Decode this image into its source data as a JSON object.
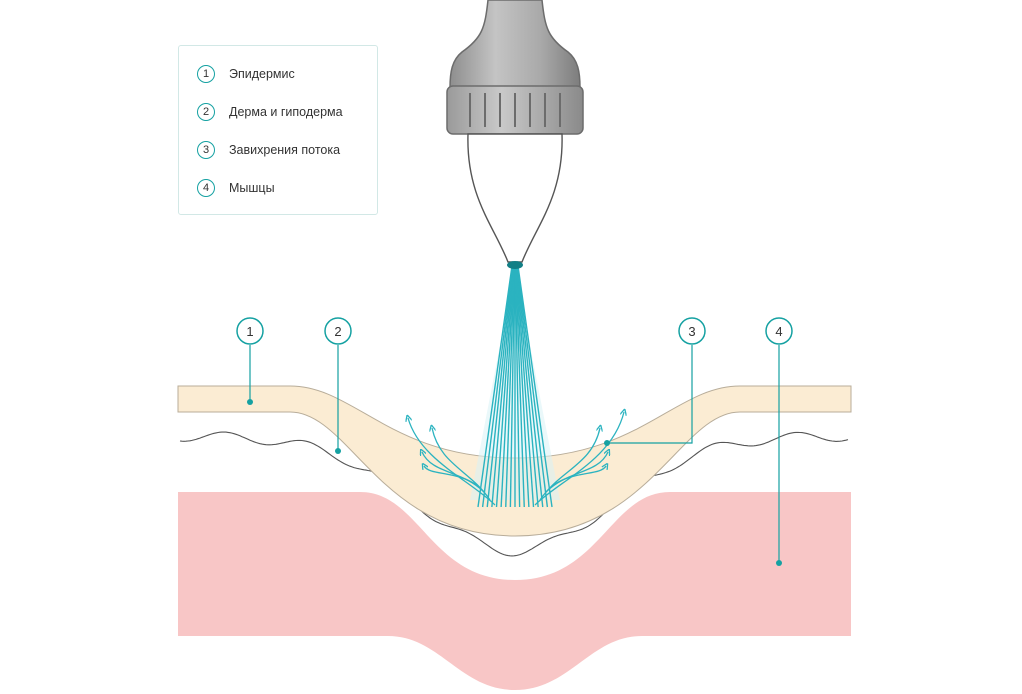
{
  "legend": {
    "items": [
      {
        "num": "1",
        "label": "Эпидермис"
      },
      {
        "num": "2",
        "label": "Дерма и гиподерма"
      },
      {
        "num": "3",
        "label": "Завихрения потока"
      },
      {
        "num": "4",
        "label": "Мышцы"
      }
    ]
  },
  "callouts": [
    "1",
    "2",
    "3",
    "4"
  ],
  "colors": {
    "accent": "#15a1a2",
    "epidermis": "#fbecd3",
    "muscle": "#f8c6c6",
    "nozzle": "#a8a8a8",
    "jet": "#2bb3c0"
  }
}
